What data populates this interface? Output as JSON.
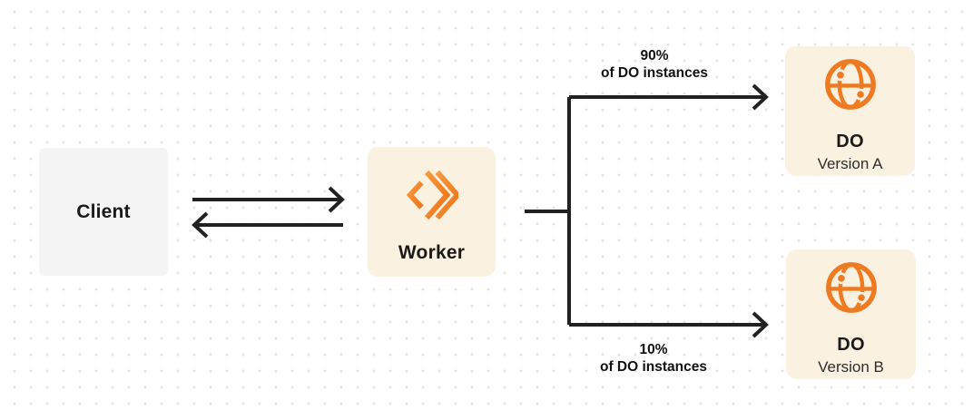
{
  "diagram": {
    "nodes": {
      "client": {
        "label": "Client"
      },
      "worker": {
        "label": "Worker",
        "icon": "workers-chevrons-icon"
      },
      "do_a": {
        "title": "DO",
        "subtitle": "Version A",
        "icon": "durable-object-globe-icon"
      },
      "do_b": {
        "title": "DO",
        "subtitle": "Version B",
        "icon": "durable-object-globe-icon"
      }
    },
    "split_labels": {
      "top": {
        "percent": "90%",
        "caption": "of DO instances"
      },
      "bottom": {
        "percent": "10%",
        "caption": "of DO instances"
      }
    },
    "colors": {
      "accent_orange": "#EE7B22",
      "node_cream": "#FBF1E1",
      "client_gray": "#F4F4F5",
      "connector_dark": "#212121",
      "dot_grid": "#E4E4E4"
    }
  }
}
